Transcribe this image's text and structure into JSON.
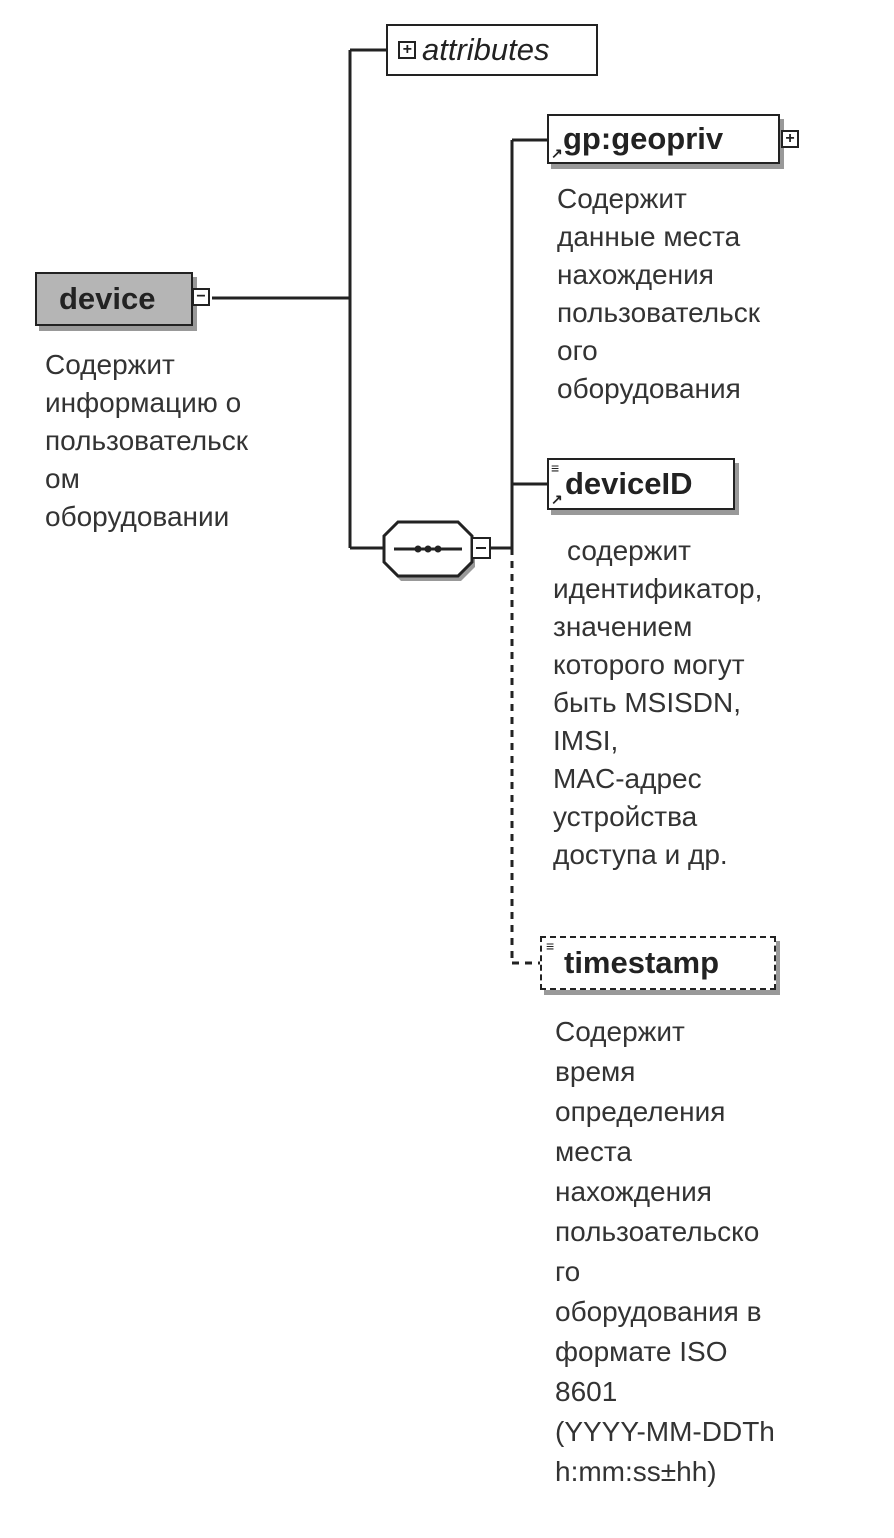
{
  "device": {
    "name": "device",
    "description_lines": [
      "Содержит",
      "информацию о",
      "пользовательск",
      "ом",
      "оборудовании"
    ]
  },
  "attributes": {
    "label": "attributes"
  },
  "sequence": {
    "symbol": "•••"
  },
  "children": [
    {
      "name": "gp:geopriv",
      "description_lines": [
        "Содержит",
        "данные места",
        "нахождения",
        "пользовательск",
        "ого",
        "оборудования"
      ]
    },
    {
      "name": "deviceID",
      "description_lines": [
        "содержит",
        "идентификатор,",
        "значением",
        "которого могут",
        "быть MSISDN,",
        "IMSI,",
        "MAC-адрес",
        "устройства",
        "доступа и др."
      ]
    },
    {
      "name": "timestamp",
      "optional": true,
      "description_lines": [
        "Содержит",
        "время",
        "определения",
        "места",
        "нахождения",
        "пользоательско",
        "го",
        "оборудования в",
        "формате ISO",
        "8601",
        "(YYYY-MM-DDTh",
        "h:mm:ss±hh)"
      ]
    }
  ]
}
